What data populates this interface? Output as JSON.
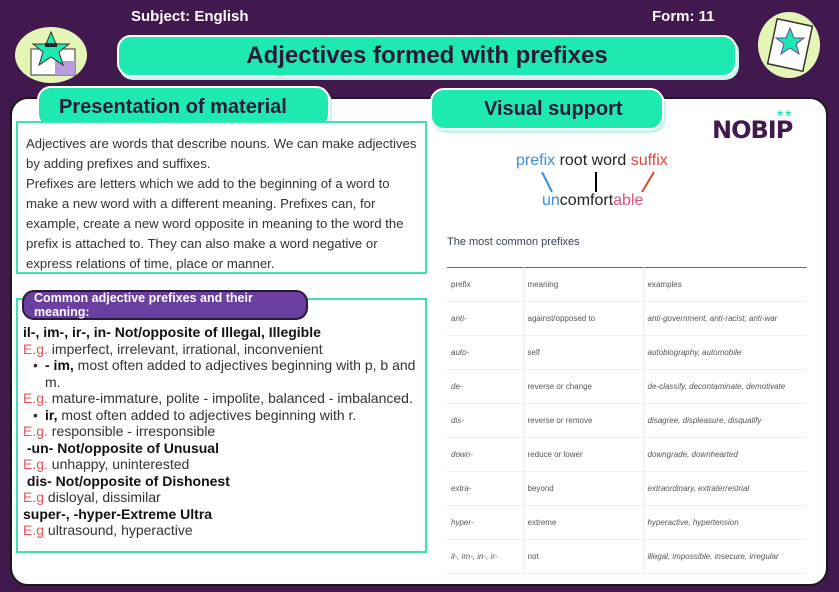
{
  "header": {
    "subject": "Subject: English",
    "form": "Form: 11",
    "title": "Adjectives formed with prefixes"
  },
  "tabs": {
    "presentation": "Presentation of material",
    "visual": "Visual support"
  },
  "intro": [
    "Adjectives are words that describe nouns. We can make adjectives by adding prefixes and suffixes.",
    "Prefixes are letters which we add to the beginning of a word to make a new word with a different meaning. Prefixes can, for example, create a new word opposite in meaning to the word the prefix is attached to. They can also make a word negative or express relations of time, place or manner."
  ],
  "prefixes": {
    "label": "Common adjective prefixes and their meaning:",
    "eg": "E.g.",
    "eg2": "E.g",
    "l1": "il-, im-, ir-, in-  Not/opposite of Illegal, Illegible",
    "l2": "imperfect,  irrelevant, irrational, inconvenient",
    "b1a": "- im,",
    "b1b": " most often added to adjectives beginning with p, b and m.",
    "l3": "mature-immature, polite - impolite, balanced - imbalanced.",
    "b2a": "ir,",
    "b2b": " most often added to adjectives beginning with r.",
    "l4": "responsible - irresponsible",
    "l5": "-un- Not/opposite of Unusual",
    "l6": "unhappy, uninterested",
    "l7": "dis- Not/opposite of Dishonest",
    "l8": "disloyal, dissimilar",
    "l9": "super-, -hyper-Extreme Ultra",
    "l10": "ultrasound, hyperactive"
  },
  "logo": "NOBIP",
  "diagram": {
    "prefix": "prefix",
    "root": "root word",
    "suffix": "suffix",
    "un": "un",
    "comfort": "comfort",
    "able": "able"
  },
  "table": {
    "caption": "The most common prefixes",
    "headers": [
      "prefix",
      "meaning",
      "examples"
    ],
    "rows": [
      [
        "anti-",
        "against/opposed to",
        "anti-government, anti-racist, anti-war"
      ],
      [
        "auto-",
        "self",
        "autobiography, automobile"
      ],
      [
        "de-",
        "reverse or change",
        "de-classify, decontaminate, demotivate"
      ],
      [
        "dis-",
        "reverse or remove",
        "disagree, displeasure, disqualify"
      ],
      [
        "down-",
        "reduce or lower",
        "downgrade, downhearted"
      ],
      [
        "extra-",
        "beyond",
        "extraordinary, extraterrestrial"
      ],
      [
        "hyper-",
        "extreme",
        "hyperactive, hypertension"
      ],
      [
        "il-, im-, in-, ir-",
        "not",
        "illegal, impossible, insecure, irregular"
      ]
    ]
  },
  "colors": {
    "bg": "#42194f",
    "accent": "#1ee9b0",
    "label": "#6b3fa0",
    "eg": "#e8535a"
  }
}
